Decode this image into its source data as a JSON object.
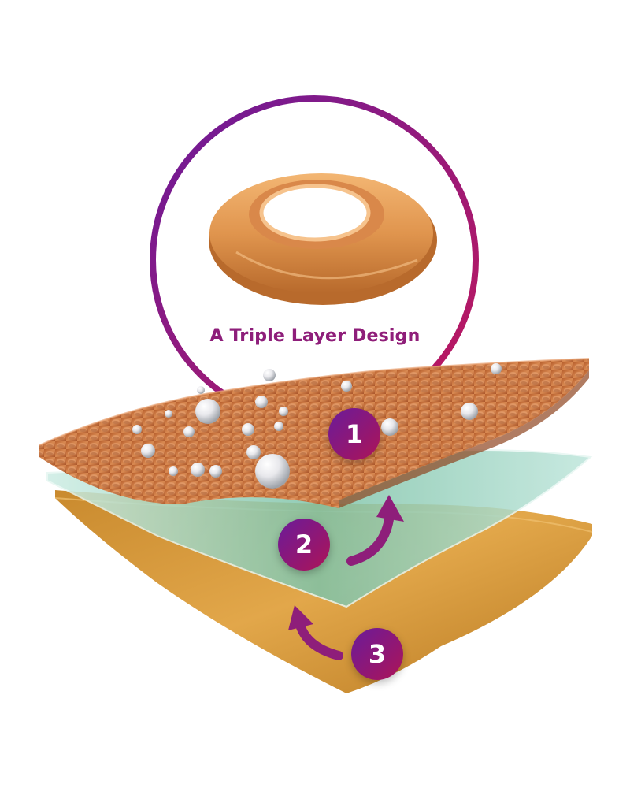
{
  "caption": {
    "text": "A Triple Layer Design"
  },
  "badges": [
    {
      "label": "1",
      "layer": "top textured copper layer"
    },
    {
      "label": "2",
      "layer": "middle translucent green layer"
    },
    {
      "label": "3",
      "layer": "bottom gold adhesive layer"
    }
  ],
  "colors": {
    "accent_purple": "#7B2A8E",
    "accent_magenta": "#C2185B",
    "badge_gradient_start": "#6A1B9A",
    "badge_gradient_end": "#AD1457",
    "copper": "#C9743E",
    "middle_layer": "#8FCDB8",
    "gold": "#D79A3A",
    "ring_product": "#E39A52"
  },
  "icons": [
    "curved-arrow-icon",
    "curved-arrow-icon",
    "water-droplet-icon"
  ]
}
